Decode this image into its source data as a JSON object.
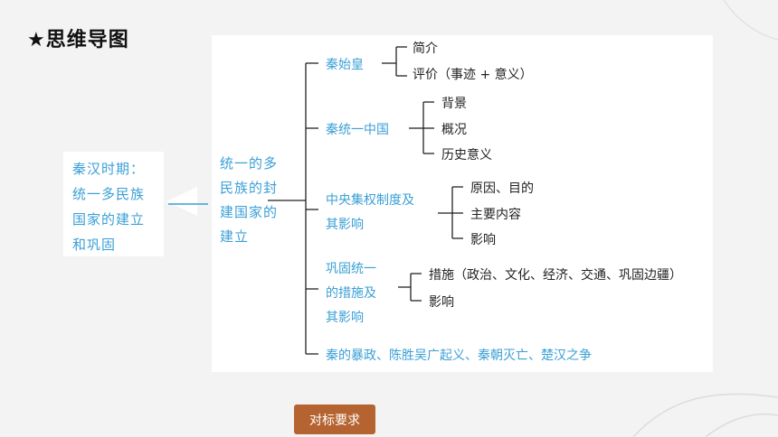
{
  "heading": "★思维导图",
  "left_box": {
    "lines": [
      "秦汉时期：",
      "统一多民族",
      "国家的建立",
      "和巩固"
    ]
  },
  "center": {
    "lines": [
      "统一的多",
      "民族的封",
      "建国家的",
      "建立"
    ]
  },
  "branches": {
    "b1": {
      "lines": [
        "秦始皇"
      ],
      "children": [
        "简介",
        "评价（事迹 + 意义）"
      ]
    },
    "b2": {
      "lines": [
        "秦统一中国"
      ],
      "children": [
        "背景",
        "概况",
        "历史意义"
      ]
    },
    "b3": {
      "lines": [
        "中央集权制度及",
        "其影响"
      ],
      "children": [
        "原因、目的",
        "主要内容",
        "影响"
      ]
    },
    "b4": {
      "lines": [
        "巩固统一",
        "的措施及",
        "其影响"
      ],
      "children": [
        "措施（政治、文化、经济、交通、巩固边疆）",
        "影响"
      ]
    },
    "b5": {
      "lines": [
        "秦的暴政、陈胜吴广起义、秦朝灭亡、楚汉之争"
      ]
    }
  },
  "button_label": "对标要求",
  "colors": {
    "accent": "#3a9fd6",
    "button": "#b56431",
    "background": "#f3f3f3"
  }
}
